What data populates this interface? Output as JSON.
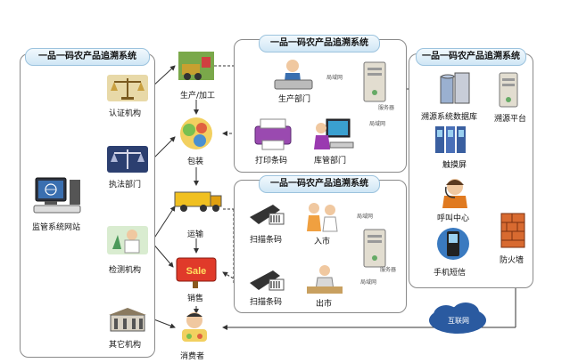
{
  "panels": {
    "left_title": "一品一码农产品追溯系统",
    "top_title": "一品一码农产品追溯系统",
    "mid_title": "一品一码农产品追溯系统",
    "right_title": "一品一码农产品追溯系统"
  },
  "left": {
    "monitor_site": "监管系统网站",
    "cert_org": "认证机构",
    "law_dept": "执法部门",
    "test_org": "检测机构",
    "other_org": "其它机构"
  },
  "chain": {
    "production": "生产/加工",
    "packaging": "包装",
    "transport": "运输",
    "sales": "销售",
    "consumer": "消费者"
  },
  "top": {
    "prod_dept": "生产部门",
    "lan1": "局域网",
    "lan2": "局域网",
    "server": "服务器",
    "print_code": "打印条码",
    "warehouse_dept": "库管部门"
  },
  "mid": {
    "scan_in": "扫描条码",
    "enter_market": "入市",
    "lan1": "局域网",
    "server": "服务器",
    "lan2": "局域网",
    "scan_out": "扫描条码",
    "exit_market": "出市"
  },
  "right": {
    "trace_db": "溯源系统数据库",
    "trace_platform": "溯源平台",
    "touch_screen": "触摸屏",
    "call_center": "呼叫中心",
    "sms": "手机短信",
    "firewall": "防火墙",
    "internet": "互联网"
  },
  "icons": {
    "sale_sign": "Sale"
  }
}
